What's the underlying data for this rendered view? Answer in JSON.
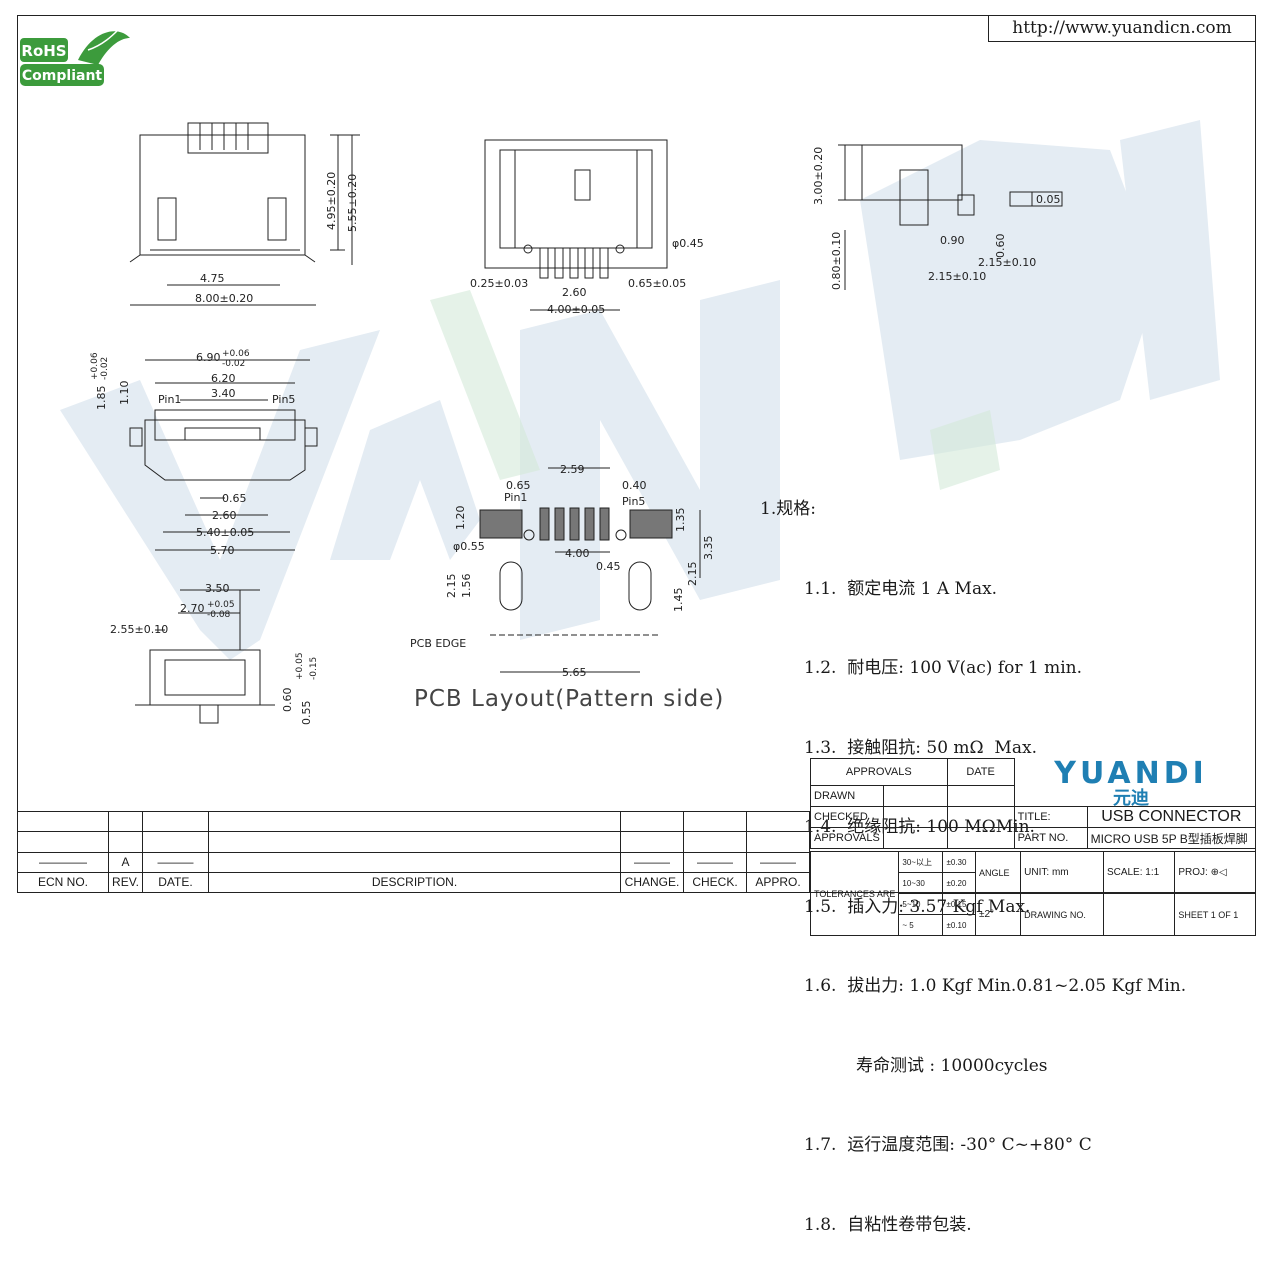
{
  "url": "http://www.yuandicn.com",
  "rohs": {
    "line1": "RoHS",
    "line2": "Compliant"
  },
  "pcb_title": "PCB Layout(Pattern side)",
  "dimensions": {
    "top_left": [
      "4.75",
      "8.00±0.20",
      "4.95±0.20",
      "5.55±0.20"
    ],
    "front": [
      "φ0.45",
      "0.25±0.03",
      "2.60",
      "0.65±0.05",
      "4.00±0.05"
    ],
    "side_right": [
      "3.00±0.20",
      "0.05",
      "0.90",
      "0.60",
      "2.15±0.10",
      "0.80±0.10",
      "2.15±0.10"
    ],
    "mid_left": [
      "6.90",
      "+0.06",
      "-0.02",
      "6.20",
      "3.40",
      "Pin1",
      "Pin5",
      "1.85",
      "+0.06",
      "-0.02",
      "1.10",
      "0.65",
      "2.60",
      "5.40±0.05",
      "5.70"
    ],
    "bottom_left": [
      "3.50",
      "2.70",
      "+0.05",
      "-0.08",
      "2.55±0.10",
      "0.60",
      "0.55",
      "+0.05",
      "-0.15"
    ],
    "pcb": [
      "2.59",
      "0.65",
      "0.40",
      "Pin1",
      "Pin5",
      "1.20",
      "1.35",
      "3.35",
      "φ0.55",
      "4.00",
      "0.45",
      "2.15",
      "2.15",
      "1.56",
      "1.45",
      "PCB EDGE",
      "5.65"
    ]
  },
  "specs": {
    "heading": "1.规格:",
    "items": [
      "1.1.  额定电流 1 A Max.",
      "1.2.  耐电压: 100 V(ac) for 1 min.",
      "1.3.  接触阻抗: 50 mΩ  Max.",
      "1.4.  绝缘阻抗: 100 MΩMin.",
      "1.5.  插入力: 3.57 Kgf Max.",
      "1.6.  拔出力: 1.0 Kgf Min.0.81~2.05 Kgf Min.",
      "寿命测试 : 10000cycles",
      "1.7.  运行温度范围: -30° C~+80° C",
      "1.8.  自粘性卷带包装."
    ]
  },
  "title_block": {
    "approvals": "APPROVALS",
    "date": "DATE",
    "drawn": "DRAWN",
    "checked": "CHECKED",
    "approvals2": "APPROVALS",
    "tolerances": "TOLERANCES  ARE",
    "tol_ranges": [
      "30~以上",
      "10~30",
      "5~10",
      "~ 5"
    ],
    "tol_values": [
      "±0.30",
      "±0.20",
      "±0.15",
      "±0.10"
    ],
    "angle": "ANGLE",
    "angle_val": "±2°",
    "logo_en": "YUANDI",
    "logo_cn": "元迪",
    "title_label": "TITLE:",
    "title": "USB CONNECTOR",
    "part_label": "PART  NO.",
    "part": "MICRO USB 5P B型插板焊脚",
    "unit": "UNIT:  mm",
    "scale": "SCALE:   1:1",
    "proj": "PROJ:",
    "drawing_no": "DRAWING  NO.",
    "sheet": "SHEET   1  OF  1"
  },
  "revision_block": {
    "rev_value": "A",
    "headers": [
      "ECN  NO.",
      "REV.",
      "DATE.",
      "DESCRIPTION.",
      "CHANGE.",
      "CHECK.",
      "APPRO."
    ]
  }
}
